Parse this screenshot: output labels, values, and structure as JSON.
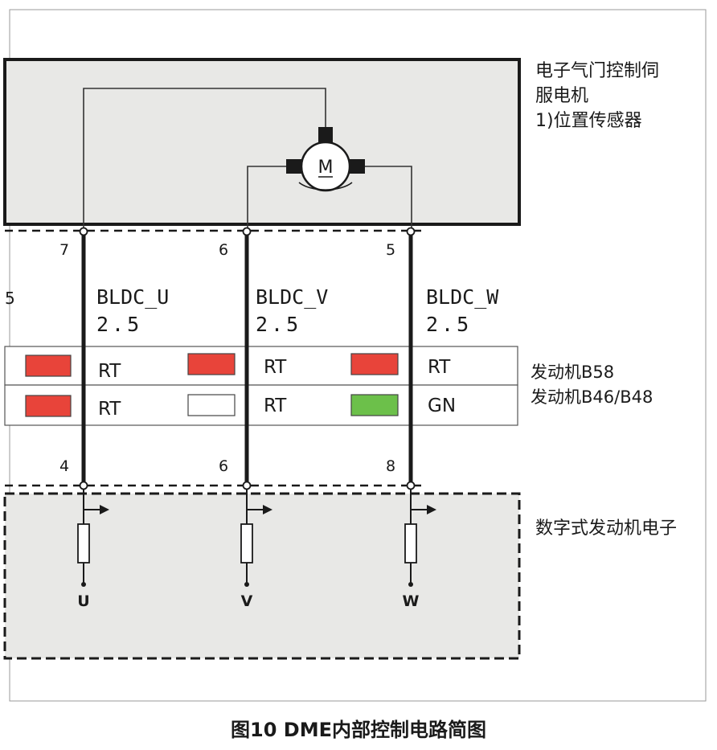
{
  "component_label_line1": "电子气门控制伺",
  "component_label_line2": "服电机",
  "component_label_line3": "1)位置传感器",
  "motor_symbol": "M",
  "edge_pin": "5",
  "top_pins": [
    "7",
    "6",
    "5"
  ],
  "bottom_pins": [
    "4",
    "6",
    "8"
  ],
  "wires": [
    {
      "name": "BLDC_U",
      "size": "2.5",
      "b58_color": "RT",
      "b46_color": "RT",
      "b58_swatch": "#e8443a",
      "b46_swatch": "#e8443a",
      "terminal": "U"
    },
    {
      "name": "BLDC_V",
      "size": "2.5",
      "b58_color": "RT",
      "b46_color": "RT",
      "b58_swatch": "#e8443a",
      "b46_swatch": "#ffffff",
      "terminal": "V"
    },
    {
      "name": "BLDC_W",
      "size": "2.5",
      "b58_color": "RT",
      "b46_color": "GN",
      "b58_swatch": "#e8443a",
      "b46_swatch": "#6cc04a",
      "terminal": "W"
    }
  ],
  "left_swatches": [
    "#e8443a",
    "#e8443a"
  ],
  "engine_row1": "发动机B58",
  "engine_row2": "发动机B46/B48",
  "ecu_label": "数字式发动机电子",
  "caption": "图10 DME内部控制电路简图"
}
